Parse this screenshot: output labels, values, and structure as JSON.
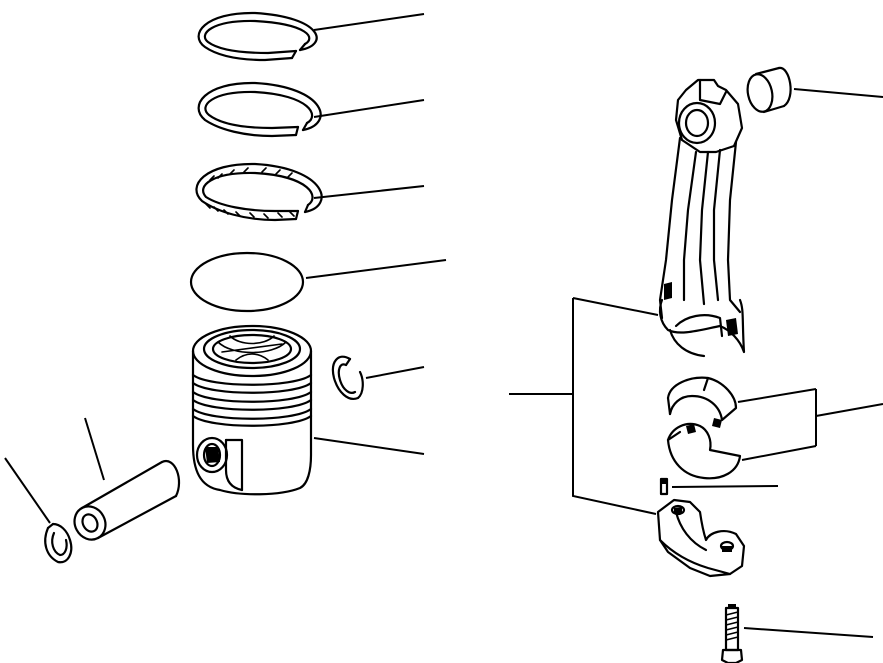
{
  "figure": {
    "type": "exploded-parts-view",
    "style": "black line art on white",
    "parts": [
      {
        "id": "top-compression-ring",
        "icon": "piston-ring-icon"
      },
      {
        "id": "second-compression-ring",
        "icon": "piston-ring-icon"
      },
      {
        "id": "oil-control-ring",
        "icon": "piston-ring-icon"
      },
      {
        "id": "ring-expander",
        "icon": "piston-ring-icon"
      },
      {
        "id": "piston-retaining-ring-right",
        "icon": "snap-ring-icon"
      },
      {
        "id": "piston",
        "icon": "piston-icon"
      },
      {
        "id": "piston-pin",
        "icon": "piston-pin-icon"
      },
      {
        "id": "piston-retaining-ring-left",
        "icon": "snap-ring-icon"
      },
      {
        "id": "small-end-bushing",
        "icon": "bushing-icon"
      },
      {
        "id": "connecting-rod-assembly",
        "icon": "connecting-rod-icon"
      },
      {
        "id": "connecting-rod-bearings",
        "icon": "bearing-shell-icon"
      },
      {
        "id": "dowel-pin",
        "icon": "dowel-pin-icon"
      },
      {
        "id": "connecting-rod-cap",
        "icon": "bearing-cap-icon"
      },
      {
        "id": "cap-bolt",
        "icon": "bolt-icon"
      }
    ],
    "callout_count": 14
  }
}
